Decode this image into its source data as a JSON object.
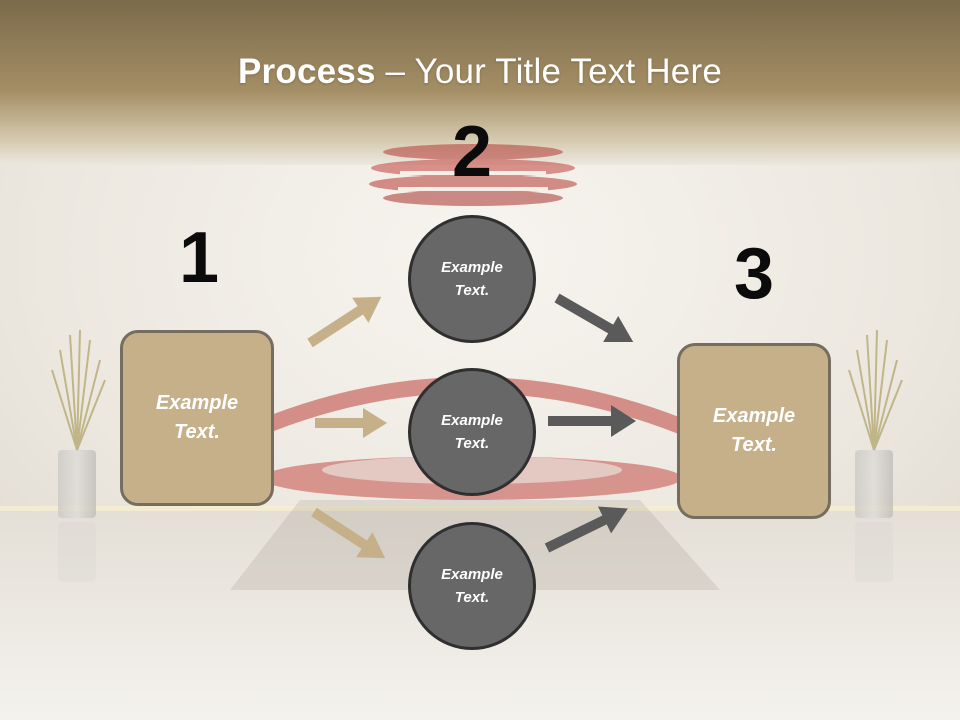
{
  "title": {
    "bold": "Process",
    "rest": " – Your Title Text Here"
  },
  "steps": [
    {
      "number": "1",
      "text": "Example Text."
    },
    {
      "number": "2",
      "text": "Example Text."
    },
    {
      "number": "3",
      "text": "Example Text."
    }
  ],
  "circles": [
    {
      "text": "Example Text."
    },
    {
      "text": "Example Text."
    },
    {
      "text": "Example Text."
    }
  ],
  "colors": {
    "box_fill": "#c6b08a",
    "box_border": "#746d60",
    "circle_fill": "#676767",
    "circle_border": "#2f2f2f",
    "arrow_tan": "#c6b08a",
    "arrow_gray": "#5a5a5a"
  }
}
